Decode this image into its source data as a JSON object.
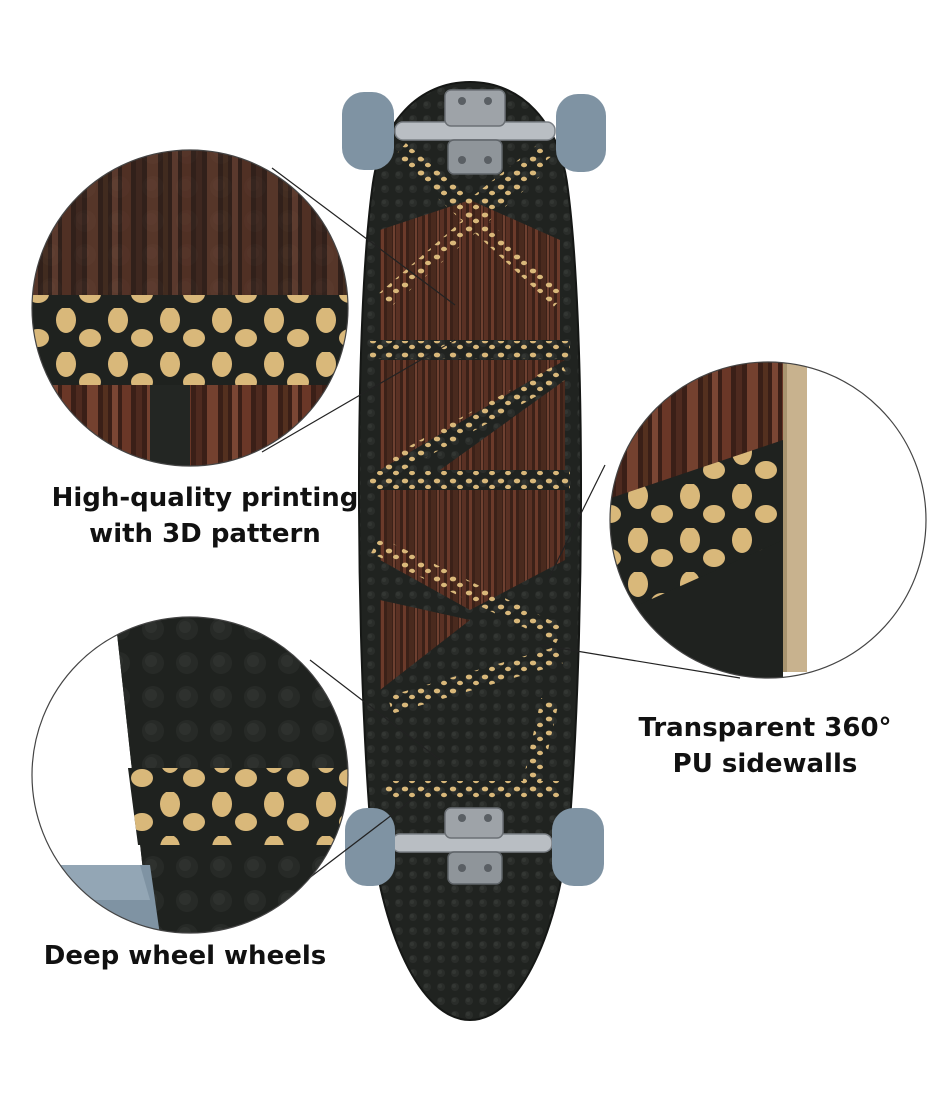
{
  "captions": {
    "printing": {
      "line1": "High-quality printing",
      "line2": "with 3D pattern"
    },
    "sidewalls": {
      "line1": "Transparent 360°",
      "line2": "PU sidewalls"
    },
    "wheels": {
      "line1": "Deep wheel wheels"
    }
  },
  "colors": {
    "background": "#ffffff",
    "deck_black": "#1f211f",
    "wood_dark": "#3b2118",
    "wood_light": "#6b3a2a",
    "dot_tan": "#d9b87a",
    "wheel_blue": "#7f93a3",
    "truck_metal": "#aeb3b8",
    "maple_edge": "#c8b28e",
    "text": "#111111"
  },
  "icons": [
    "longboard-deck",
    "truck",
    "wheel",
    "magnifier-circle"
  ]
}
